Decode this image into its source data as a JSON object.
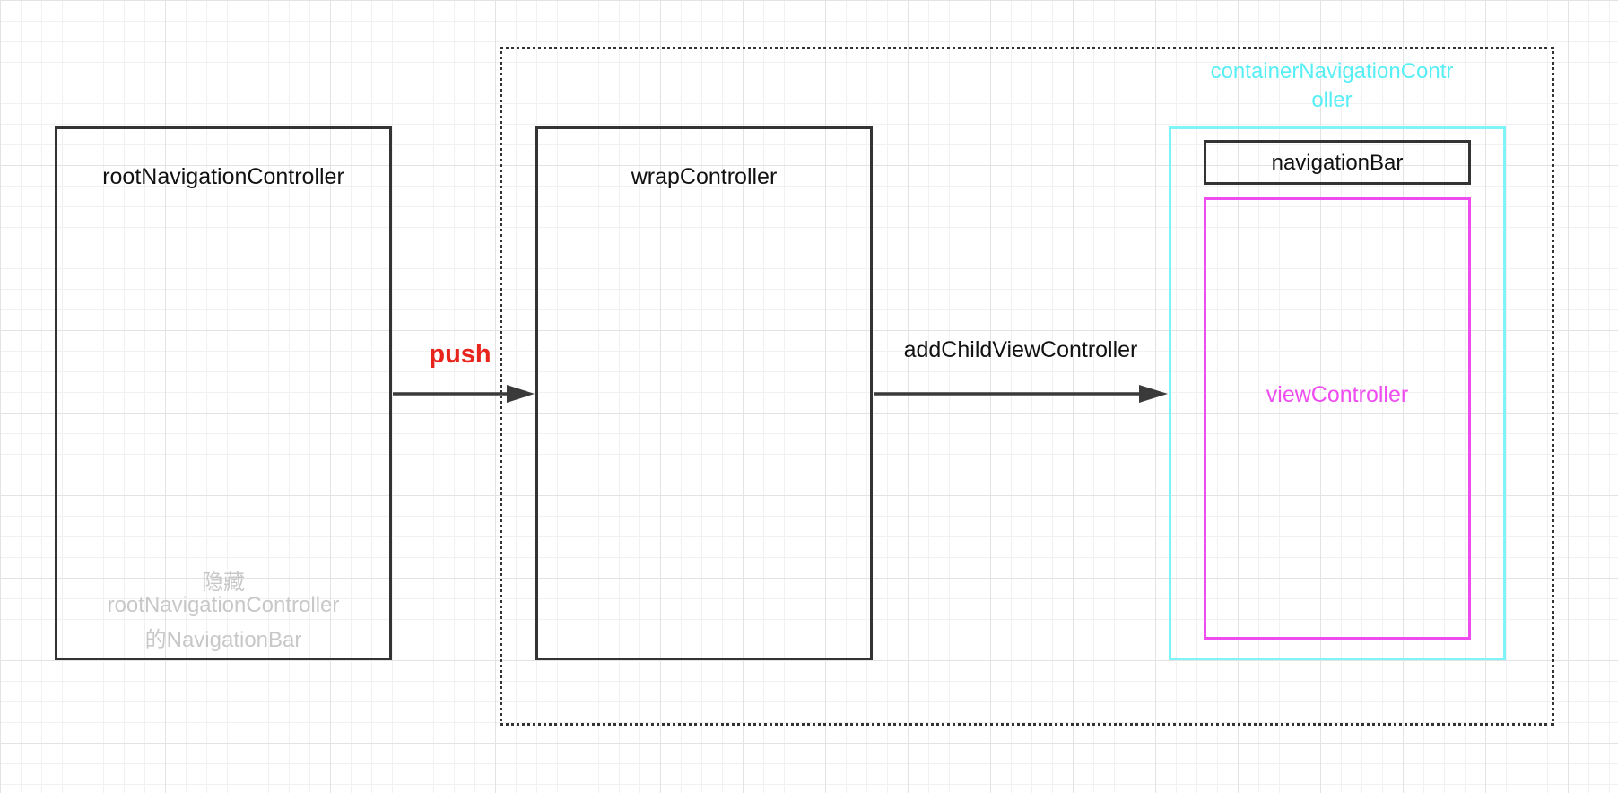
{
  "nodes": {
    "root": {
      "title": "rootNavigationController",
      "note_line1": "隐藏",
      "note_line2": "rootNavigationController",
      "note_line3": "的NavigationBar"
    },
    "wrap": {
      "title": "wrapController"
    },
    "container": {
      "title_line1": "containerNavigationContr",
      "title_line2": "oller"
    },
    "navbar": {
      "title": "navigationBar"
    },
    "viewcontroller": {
      "title": "viewController"
    }
  },
  "edges": {
    "push": {
      "label": "push"
    },
    "add_child": {
      "label": "addChildViewController"
    }
  },
  "colors": {
    "box_border": "#333333",
    "push_label": "#e8251d",
    "container": "#7ef3f8",
    "container_text": "#57eef5",
    "viewcontroller": "#ee4cee",
    "note_text": "#c8c8c8",
    "arrow": "#3a3a3a"
  }
}
